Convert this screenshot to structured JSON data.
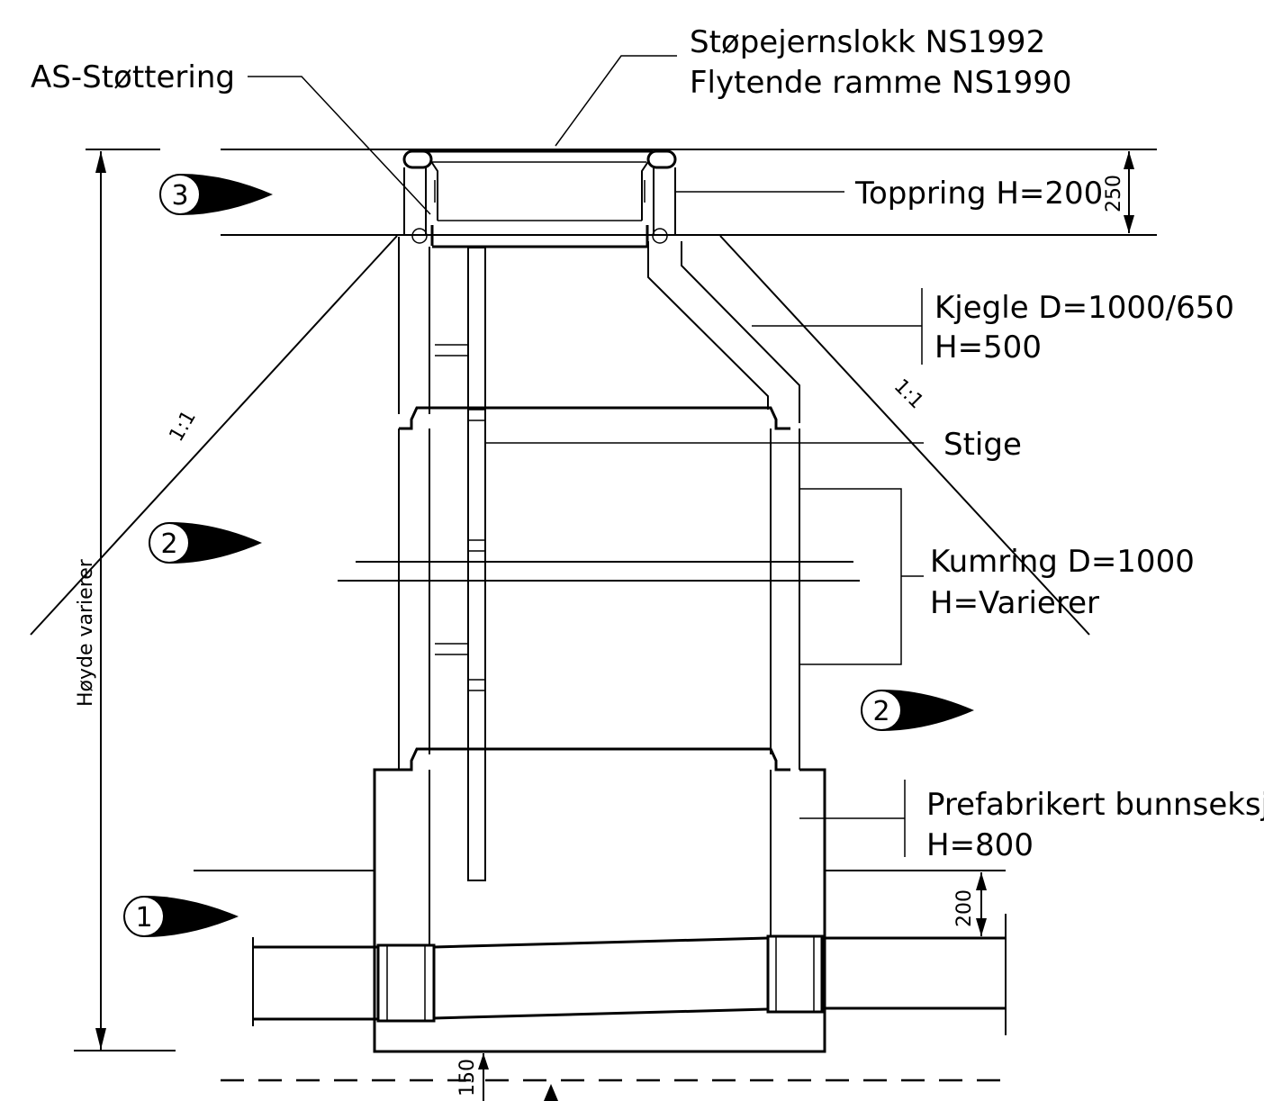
{
  "labels": {
    "cover_line1": "Støpejernslokk NS1992",
    "cover_line2": "Flytende ramme NS1990",
    "support_ring": "AS-Støttering",
    "top_ring": "Toppring H=200",
    "cone_line1": "Kjegle D=1000/650",
    "cone_line2": "H=500",
    "ladder": "Stige",
    "manhole_ring_line1": "Kumring D=1000",
    "manhole_ring_line2": "H=Varierer",
    "bottom_section_line1": "Prefabrikert bunnseksjon",
    "bottom_section_line2": "H=800",
    "height_varies": "Høyde varierer"
  },
  "dimensions": {
    "top_ring_height": "250",
    "pipe_offset": "200",
    "base_offset": "150"
  },
  "slopes": {
    "left": "1:1",
    "right": "1:1"
  },
  "markers": {
    "layer_3": "3",
    "layer_2_left": "2",
    "layer_2_right": "2",
    "layer_1": "1"
  }
}
